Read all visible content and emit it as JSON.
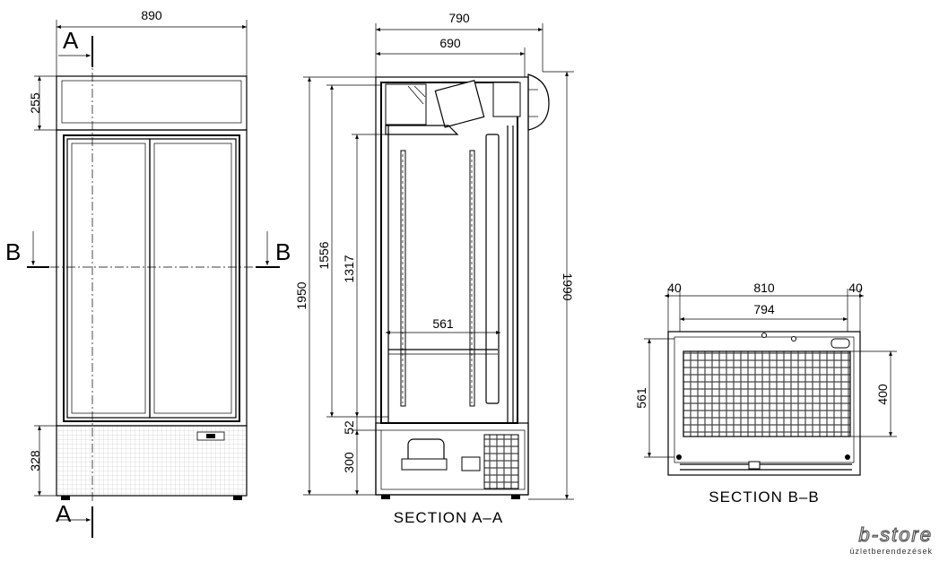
{
  "front_view": {
    "width_dim": "890",
    "canopy_dim": "255",
    "base_dim": "328",
    "section_a_top": "A",
    "section_a_bottom": "A",
    "section_b_left": "B",
    "section_b_right": "B"
  },
  "side_view": {
    "outer_depth_dim": "790",
    "inner_depth_dim": "690",
    "height_1950": "1950",
    "height_1556": "1556",
    "height_1317": "1317",
    "height_52": "52",
    "height_300": "300",
    "height_1990": "1990",
    "shelf_dim": "561",
    "label": "SECTION A–A"
  },
  "plan_view": {
    "left_dim": "40",
    "middle_dim": "810",
    "right_dim": "40",
    "inner_dim": "794",
    "depth_dim": "561",
    "condenser_dim": "400",
    "label": "SECTION B–B"
  },
  "logo": {
    "brand": "b-store",
    "tagline": "üzletberendezések"
  }
}
